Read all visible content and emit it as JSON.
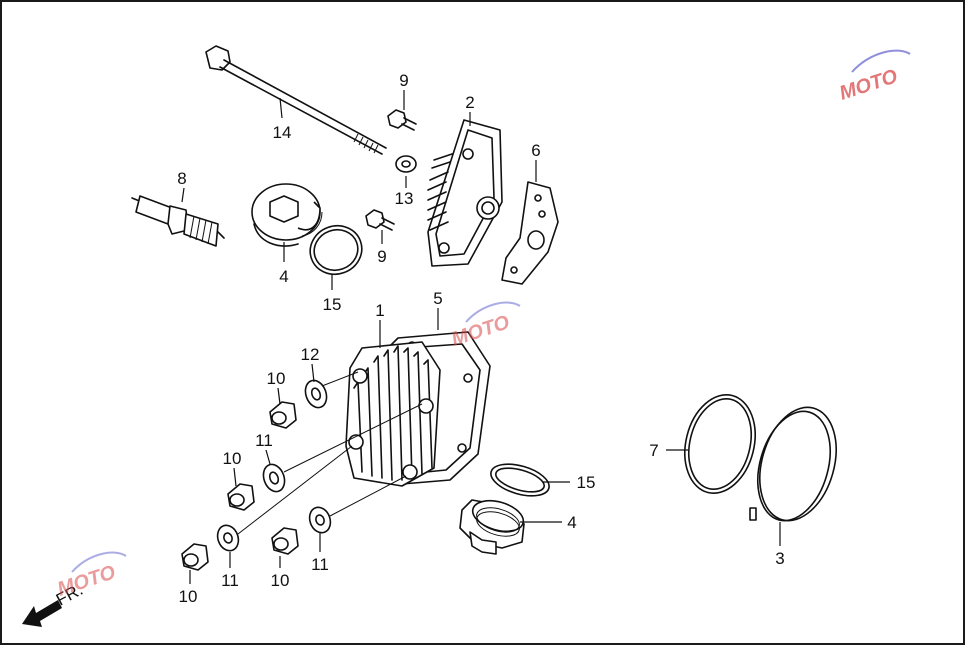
{
  "callouts": {
    "c1": "1",
    "c2": "2",
    "c3": "3",
    "c4a": "4",
    "c4b": "4",
    "c5": "5",
    "c6": "6",
    "c7": "7",
    "c8": "8",
    "c9a": "9",
    "c9b": "9",
    "c10a": "10",
    "c10b": "10",
    "c10c": "10",
    "c10d": "10",
    "c11a": "11",
    "c11b": "11",
    "c11c": "11",
    "c12": "12",
    "c13": "13",
    "c14": "14",
    "c15a": "15",
    "c15b": "15"
  },
  "front_indicator": "FR.",
  "watermark": "MOTO",
  "colors": {
    "line": "#111111",
    "watermark_red": "#d94a4a",
    "watermark_blue": "#6a6ad0",
    "frame": "#1a1a1a"
  }
}
